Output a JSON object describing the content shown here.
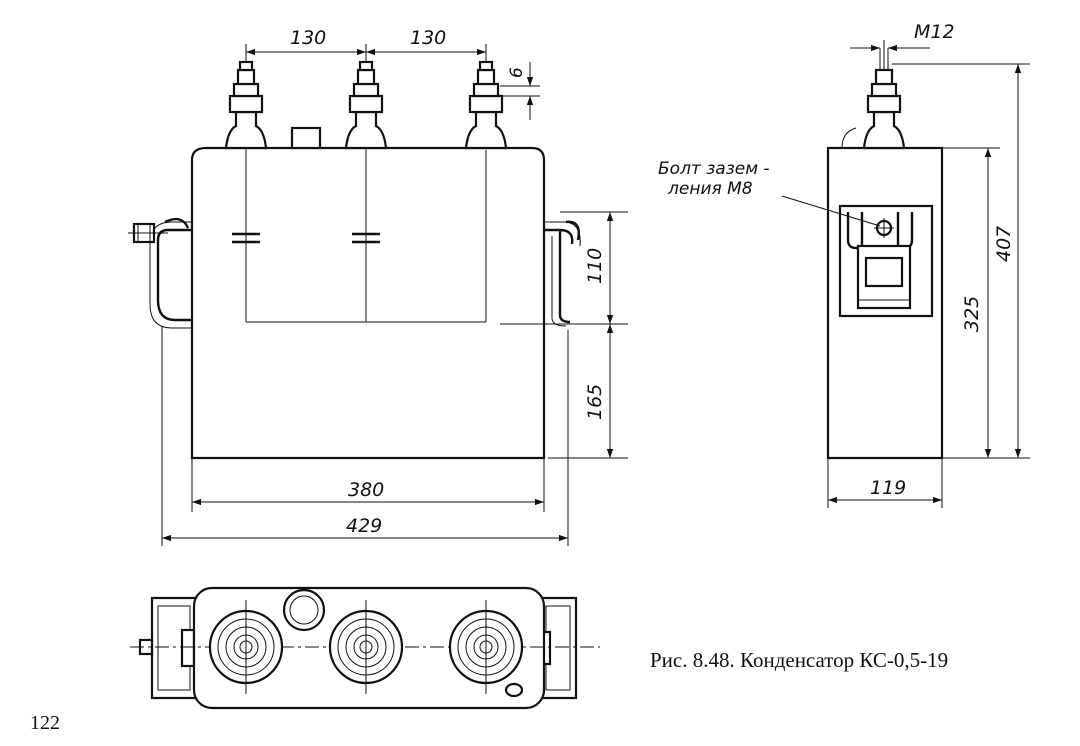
{
  "front_view": {
    "dims": {
      "terminal_pitch_left": "130",
      "terminal_pitch_right": "130",
      "nut_height": "6",
      "upper_section_height": "110",
      "lower_section_height": "165",
      "body_width": "380",
      "overall_width": "429"
    }
  },
  "side_view": {
    "dims": {
      "thread": "M12",
      "overall_height": "407",
      "body_height": "325",
      "body_depth": "119"
    },
    "callout_line1": "Болт зазем -",
    "callout_line2": "ления М8"
  },
  "caption": "Рис. 8.48. Конденсатор КС-0,5-19",
  "page_number": "122"
}
